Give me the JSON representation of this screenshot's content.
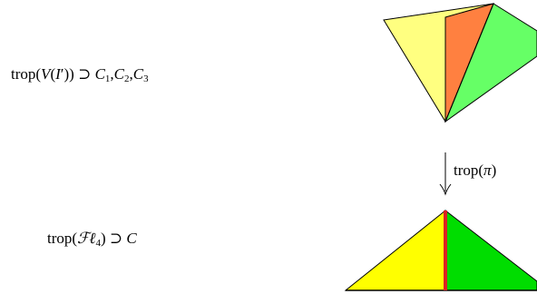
{
  "labels": {
    "top_prefix": "trop(",
    "top_var": "V",
    "top_open": "(",
    "top_ideal": "I",
    "top_prime": "′",
    "top_close": "))",
    "top_subset": " ⊃ ",
    "curve_letter": "C",
    "curve_sub_1": "1",
    "curve_sub_2": "2",
    "curve_sub_3": "3",
    "comma": ",",
    "bottom_prefix": "trop(",
    "bottom_flag": "ℱℓ",
    "bottom_flag_sub": "4",
    "bottom_close": ")",
    "bottom_subset": " ⊃ ",
    "bottom_curve": "C",
    "map_prefix": "trop(",
    "map_var": "π",
    "map_close": ")"
  },
  "colors": {
    "yellow_face": "#ffff80",
    "orange_face": "#ff8040",
    "green_face": "#66ff66",
    "bottom_yellow": "#ffff00",
    "bottom_green": "#00dd00",
    "red_edge": "#dd2222",
    "stroke": "#000000"
  }
}
